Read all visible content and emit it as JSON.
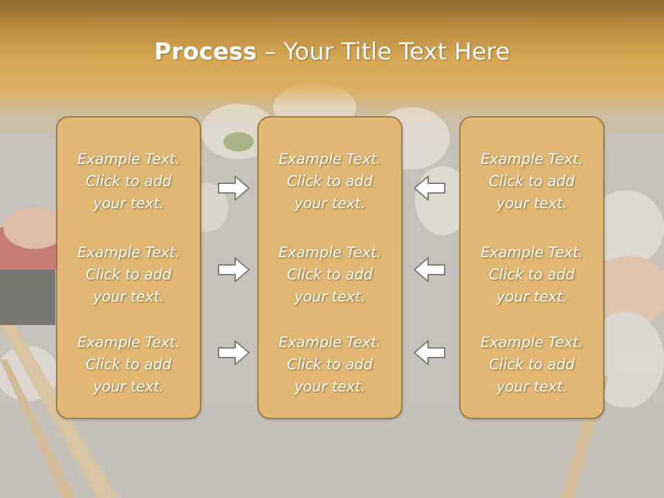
{
  "slide": {
    "title_bold": "Process",
    "title_rest": " – Your Title Text Here"
  },
  "columns": [
    {
      "items": [
        {
          "line1": "Example Text.",
          "line2": "Click  to add",
          "line3": "your text."
        },
        {
          "line1": "Example Text.",
          "line2": "Click  to add",
          "line3": "your text."
        },
        {
          "line1": "Example Text.",
          "line2": "Click  to add",
          "line3": "your text."
        }
      ]
    },
    {
      "items": [
        {
          "line1": "Example Text.",
          "line2": "Click  to add",
          "line3": "your text."
        },
        {
          "line1": "Example Text.",
          "line2": "Click  to add",
          "line3": "your text."
        },
        {
          "line1": "Example Text.",
          "line2": "Click  to add",
          "line3": "your text."
        }
      ]
    },
    {
      "items": [
        {
          "line1": "Example Text.",
          "line2": "Click  to add",
          "line3": "your text."
        },
        {
          "line1": "Example Text.",
          "line2": "Click  to add",
          "line3": "your text."
        },
        {
          "line1": "Example Text.",
          "line2": "Click  to add",
          "line3": "your text."
        }
      ]
    }
  ],
  "arrows": {
    "left_column": "right-arrow-icon",
    "right_column": "left-arrow-icon"
  },
  "colors": {
    "header": "#d5a653",
    "box_fill": "#e0b874",
    "box_border": "#9a7a45",
    "text": "#ffffff"
  }
}
